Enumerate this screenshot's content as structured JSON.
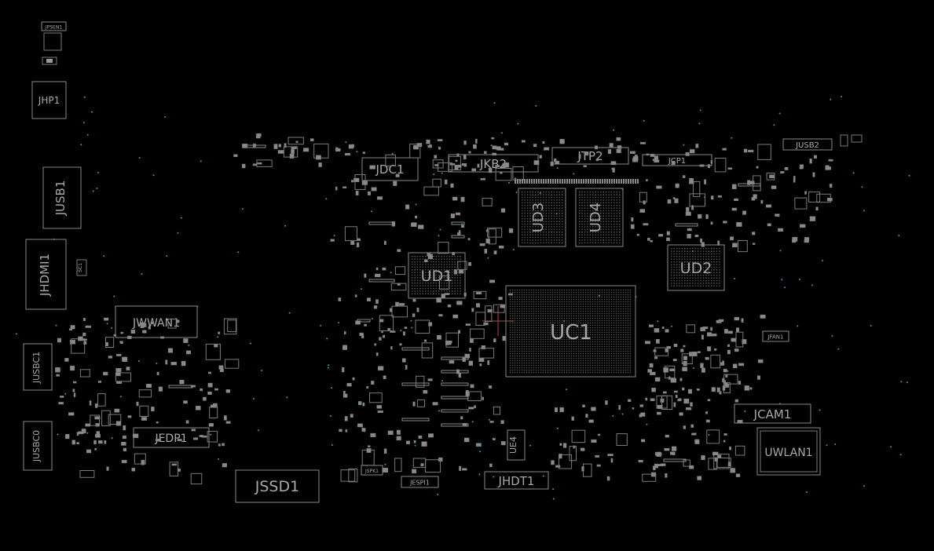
{
  "labels": {
    "jpsen1": "JPSEN1",
    "jhp1": "JHP1",
    "jusb1": "JUSB1",
    "jhdmi1": "JHDMI1",
    "jusbc1": "JUSBC1",
    "jusbc0": "JUSBC0",
    "jwwan1": "JWWAN1",
    "jedp1": "JEDP1",
    "jssd1": "JSSD1",
    "jdc1": "JDC1",
    "jkb2": "JKB2",
    "jtp2": "JTP2",
    "jcp1": "JCP1",
    "jusb2": "JUSB2",
    "ud3": "UD3",
    "ud4": "UD4",
    "ud1": "UD1",
    "ud2": "UD2",
    "uc1": "UC1",
    "jfan1": "JFAN1",
    "jcam1": "JCAM1",
    "uwlan1": "UWLAN1",
    "ue4": "UE4",
    "jhdt1": "JHDT1",
    "jespi1": "JESPI1",
    "jspk1": "JSPK1",
    "sc1": "SC1"
  },
  "colors": {
    "background": "#000000",
    "outline": "#8a8a8a",
    "label": "#a8a8a8",
    "cursor": "#b04a4a",
    "via": "#2f9fb0"
  }
}
